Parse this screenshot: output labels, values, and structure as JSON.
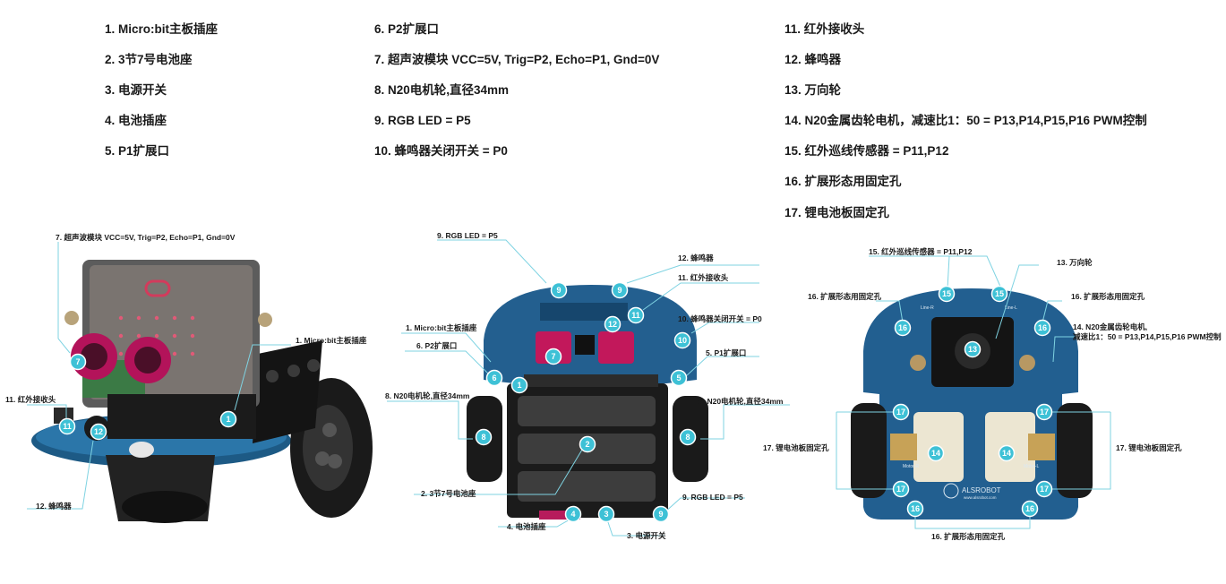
{
  "legend": {
    "col1": [
      "1. Micro:bit主板插座",
      "2. 3节7号电池座",
      "3. 电源开关",
      "4. 电池插座",
      "5. P1扩展口"
    ],
    "col2": [
      "6. P2扩展口",
      "7. 超声波模块 VCC=5V, Trig=P2, Echo=P1, Gnd=0V",
      "8. N20电机轮,直径34mm",
      "9. RGB LED = P5",
      "10. 蜂鸣器关闭开关 = P0"
    ],
    "col3": [
      "11. 红外接收头",
      "12. 蜂鸣器",
      "13. 万向轮",
      "14. N20金属齿轮电机，减速比1：50 = P13,P14,P15,P16 PWM控制",
      "15. 红外巡线传感器 = P11,P12",
      "16. 扩展形态用固定孔",
      "17. 锂电池板固定孔"
    ]
  },
  "side_view": {
    "labels": {
      "ultrasonic": "7. 超声波模块 VCC=5V, Trig=P2, Echo=P1, Gnd=0V",
      "microbit": "1. Micro:bit主板插座",
      "ir_receiver": "11.  红外接收头",
      "buzzer": "12.  蜂鸣器"
    }
  },
  "top_view": {
    "labels": {
      "rgb_top": "9. RGB LED = P5",
      "buzzer": "12.  蜂鸣器",
      "ir_receiver": "11.  红外接收头",
      "microbit": "1. Micro:bit主板插座",
      "buzzer_switch": "10.  蜂鸣器关闭开关 = P0",
      "p2": "6. P2扩展口",
      "p1": "5. P1扩展口",
      "wheel_left": "8. N20电机轮,直径34mm",
      "wheel_right": "8. N20电机轮,直径34mm",
      "battery_holder": "2. 3节7号电池座",
      "rgb_bottom": "9. RGB LED = P5",
      "battery_socket": "4. 电池插座",
      "power_switch": "3. 电源开关"
    }
  },
  "bottom_view": {
    "labels": {
      "line_sensor": "15.  红外巡线传感器 = P11,P12",
      "caster": "13.  万向轮",
      "hole_left": "16.  扩展形态用固定孔",
      "hole_right": "16.  扩展形态用固定孔",
      "motor_line1": "14.  N20金属齿轮电机,",
      "motor_line2": "减速比1：50 = P13,P14,P15,P16 PWM控制",
      "battery_hole_left": "17.  锂电池板固定孔",
      "battery_hole_right": "17.  锂电池板固定孔",
      "hole_bottom": "16.  扩展形态用固定孔",
      "silk_left": "Line-R",
      "silk_right": "Line-L",
      "motor_r": "Motor-R",
      "motor_l": "Motor-L",
      "brand": "ALSROBOT",
      "site": "www.alsrobot.com"
    }
  },
  "colors": {
    "badge": "#3ec1d6",
    "board": "#1f5f8b",
    "accent_pink": "#c2185b"
  },
  "badges": {
    "side": [
      "7",
      "1",
      "11",
      "12"
    ],
    "top": [
      "9",
      "9",
      "12",
      "11",
      "10",
      "7",
      "6",
      "1",
      "5",
      "8",
      "8",
      "2",
      "4",
      "3",
      "9"
    ],
    "bottom": [
      "15",
      "15",
      "16",
      "13",
      "16",
      "17",
      "17",
      "14",
      "14",
      "17",
      "17",
      "16",
      "16"
    ]
  }
}
